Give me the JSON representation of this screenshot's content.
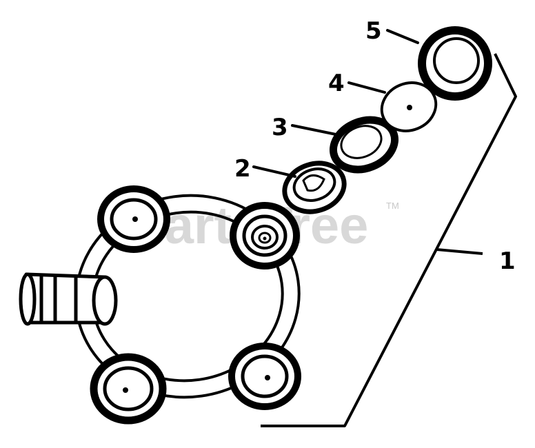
{
  "diagram": {
    "callouts": {
      "c1": "1",
      "c2": "2",
      "c3": "3",
      "c4": "4",
      "c5": "5"
    },
    "watermark": {
      "text": "PartsTree",
      "tm": "TM"
    },
    "colors": {
      "ink": "#000000",
      "paper": "#ffffff",
      "watermark": "#d8d8d8"
    }
  }
}
